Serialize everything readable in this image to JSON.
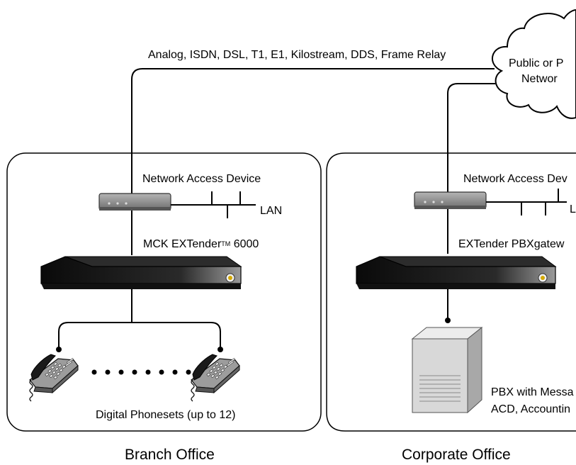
{
  "link_label": "Analog, ISDN, DSL, T1, E1, Kilostream, DDS, Frame Relay",
  "cloud": {
    "line1": "Public or P",
    "line2": "Networ"
  },
  "branch": {
    "nad_label": "Network Access Device",
    "lan_label": "LAN",
    "extender_label": "MCK EXTender",
    "tm": "TM",
    "extender_model": " 6000",
    "phones_label": "Digital Phonesets (up to 12)",
    "title": "Branch Office"
  },
  "corporate": {
    "nad_label": "Network Access Dev",
    "lan_label": "L",
    "gateway_label": "EXTender PBXgatew",
    "pbx_line1": "PBX with Messa",
    "pbx_line2": "ACD, Accountin",
    "title": "Corporate Office"
  },
  "colors": {
    "device_dark": "#1a1a1a",
    "device_gray": "#8a8a8a",
    "logo_accent": "#d4a800",
    "pbx_face": "#d8d8d8",
    "pbx_side": "#a8a8a8"
  }
}
